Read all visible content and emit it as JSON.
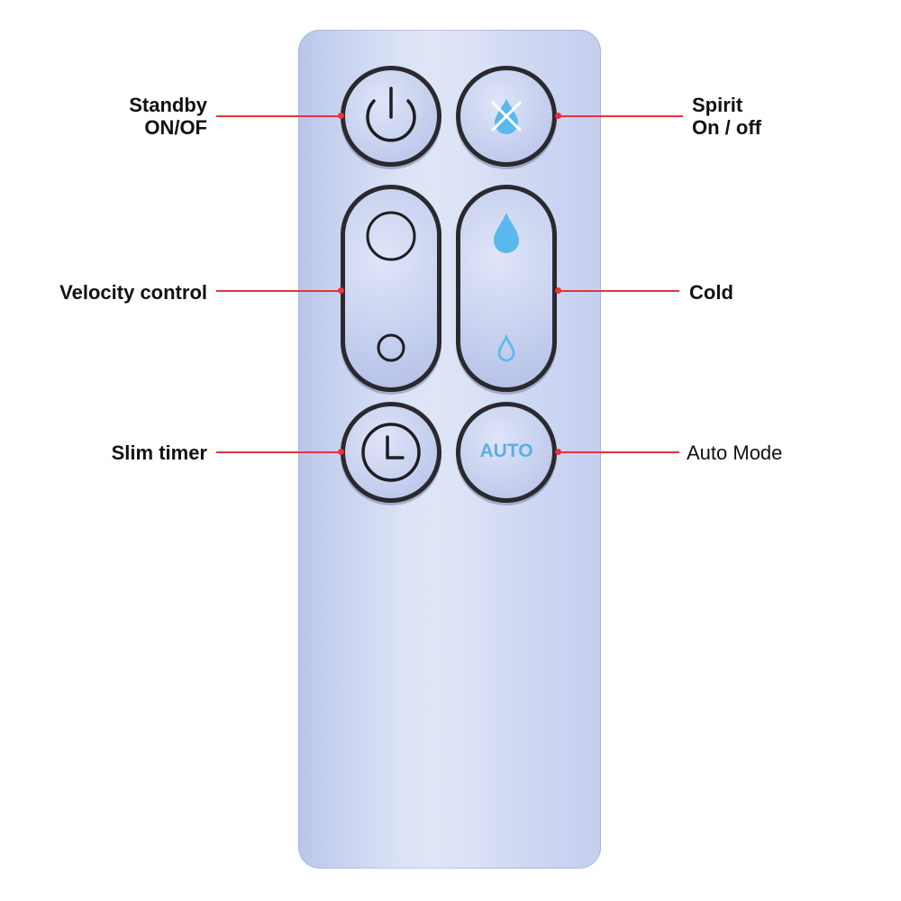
{
  "labels": {
    "standby": [
      "Standby",
      "ON/OF"
    ],
    "spirit": [
      "Spirit",
      "On / off"
    ],
    "velocity": "Velocity control",
    "cold": "Cold",
    "timer": "Slim timer",
    "auto_mode": "Auto Mode"
  },
  "buttons": {
    "auto_text": "AUTO"
  },
  "colors": {
    "accent_line": "#e8323c",
    "water_blue": "#5ab8ec",
    "remote_body": "#cdd6f2",
    "button_outline": "#2a2a2e"
  },
  "icons": [
    "power-icon",
    "no-water-icon",
    "circle-large-icon",
    "circle-small-icon",
    "water-drop-large-icon",
    "water-drop-small-icon",
    "clock-icon"
  ]
}
